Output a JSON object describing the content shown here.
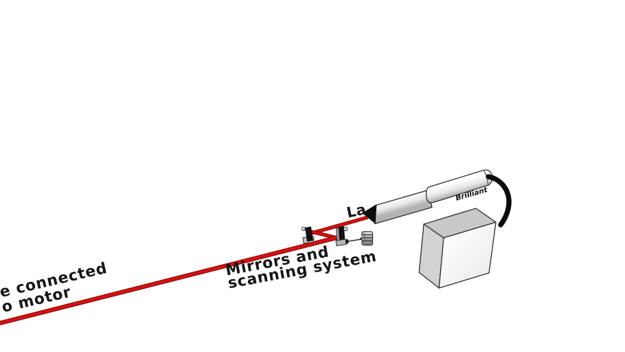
{
  "viewport": {
    "background": "#ffffff",
    "labels": {
      "laser_partial": "La",
      "scanner_line1": "Mirrors and",
      "scanner_line2": "scanning system",
      "motor_line1": "e connected",
      "motor_line2": "o motor",
      "laser_brand": "Brilliant"
    },
    "colors": {
      "beam_core": "#d61111",
      "beam_edge": "#8f0f0f",
      "label_ink": "#161616",
      "outline_ink": "#1f1f1f",
      "laser_tip_black": "#0c0c0c",
      "cable_black": "#0b0b0b",
      "mirror_black": "#131313",
      "metal_gray": "#b9b9b9",
      "box_top": "#c8c8c8",
      "box_left": "#d2d2d2",
      "box_front": "#ffffff"
    }
  }
}
